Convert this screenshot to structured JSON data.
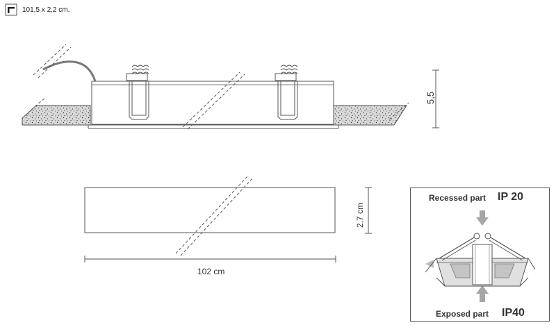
{
  "header": {
    "icon": "product-symbol-icon",
    "dimensions_text": "101,5 x 2,2 cm."
  },
  "side_view": {
    "height_dimension": "5,5"
  },
  "top_view": {
    "width_dimension": "2,7 cm",
    "length_dimension": "102 cm"
  },
  "ip_panel": {
    "recessed_label": "Recessed part",
    "recessed_rating": "IP 20",
    "exposed_label": "Exposed part",
    "exposed_rating": "IP40"
  },
  "colors": {
    "line": "#555555",
    "plaster_fill": "#d9d9d9",
    "arrow_fill": "#a6a6a6"
  }
}
